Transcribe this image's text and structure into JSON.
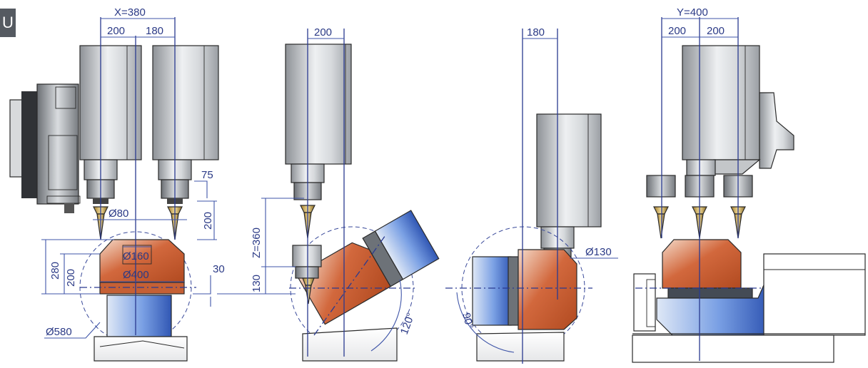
{
  "badge": {
    "label": "U"
  },
  "dimensions": {
    "x_travel": "X=380",
    "x_left": "200",
    "x_right": "180",
    "side_offset": "200",
    "front_offset": "180",
    "y_travel": "Y=400",
    "y_left": "200",
    "y_right": "200",
    "d75": "75",
    "d200v": "200",
    "d_holder": "Ø80",
    "d_table_inner": "Ø160",
    "d_table": "Ø400",
    "h280": "280",
    "h200": "200",
    "d30": "30",
    "z_travel": "Z=360",
    "h130": "130",
    "d_swing": "Ø580",
    "d_spindle_nose": "Ø130",
    "angle_a": "120°",
    "angle_c": "90°"
  },
  "colors": {
    "dimension": "#2b3a86",
    "table_orange": "#c9552a",
    "table_blue": "#3f6ed1",
    "spindle_grey": "#a9adb2"
  }
}
